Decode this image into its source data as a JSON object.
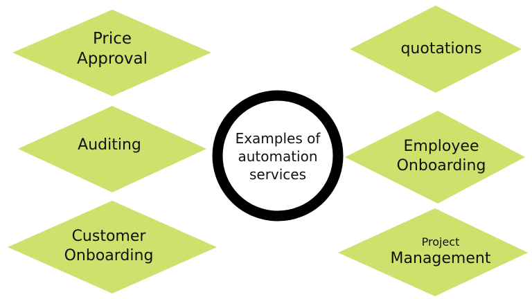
{
  "colors": {
    "diamond_fill": "#cce26c",
    "ring_stroke": "#000000",
    "text": "#111111"
  },
  "center": {
    "lines": [
      "Examples of",
      "automation",
      "services"
    ]
  },
  "items": [
    {
      "id": "price-approval",
      "lines": [
        "Price",
        "Approval"
      ]
    },
    {
      "id": "auditing",
      "lines": [
        "Auditing"
      ]
    },
    {
      "id": "customer-onboarding",
      "lines": [
        "Customer",
        "Onboarding"
      ]
    },
    {
      "id": "quotations",
      "lines": [
        "quotations"
      ]
    },
    {
      "id": "employee-onboarding",
      "lines": [
        "Employee",
        "Onboarding"
      ]
    },
    {
      "id": "project-management",
      "lines": [
        "Project",
        "Management"
      ]
    }
  ]
}
